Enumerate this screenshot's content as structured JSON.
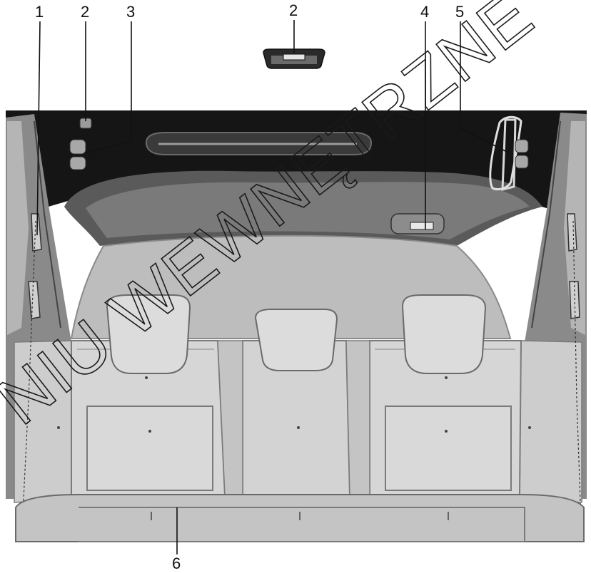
{
  "callouts": {
    "c1": "1",
    "c2_left": "2",
    "c3": "3",
    "c2_top": "2",
    "c4": "4",
    "c5": "5",
    "c6": "6"
  },
  "watermark": "NIU WEWNĘTRZNE",
  "colors": {
    "headliner": "#151515",
    "headliner_mid": "#4a4a4a",
    "seat": "#d3d3d3",
    "seat_edge": "#9a9a9a",
    "cargo_floor": "#c4c4c4",
    "rear_glass": "#bdbdbd",
    "line": "#222222"
  }
}
